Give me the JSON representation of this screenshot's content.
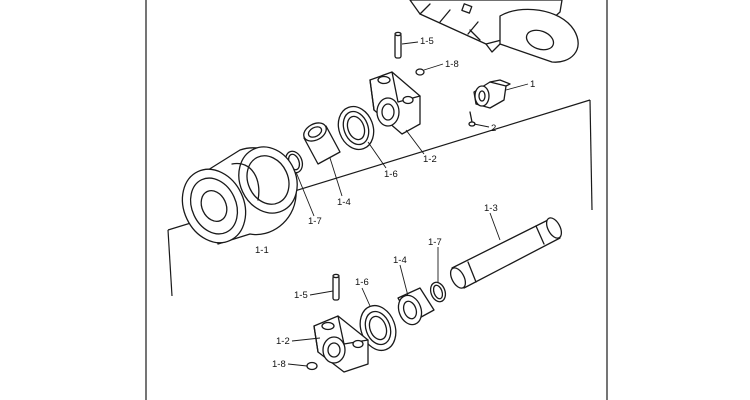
{
  "colors": {
    "ink": "#1a1a1a",
    "background": "#ffffff"
  },
  "callouts": [
    {
      "id": "c-1-5-top",
      "text": "1-5"
    },
    {
      "id": "c-1-8-top",
      "text": "1-8"
    },
    {
      "id": "c-1",
      "text": "1"
    },
    {
      "id": "c-2",
      "text": "2"
    },
    {
      "id": "c-1-2-top",
      "text": "1-2"
    },
    {
      "id": "c-1-6-top",
      "text": "1-6"
    },
    {
      "id": "c-1-4-top",
      "text": "1-4"
    },
    {
      "id": "c-1-7-top",
      "text": "1-7"
    },
    {
      "id": "c-1-1",
      "text": "1-1"
    },
    {
      "id": "c-1-3",
      "text": "1-3"
    },
    {
      "id": "c-1-7-bot",
      "text": "1-7"
    },
    {
      "id": "c-1-4-bot",
      "text": "1-4"
    },
    {
      "id": "c-1-6-bot",
      "text": "1-6"
    },
    {
      "id": "c-1-5-bot",
      "text": "1-5"
    },
    {
      "id": "c-1-2-bot",
      "text": "1-2"
    },
    {
      "id": "c-1-8-bot",
      "text": "1-8"
    }
  ]
}
